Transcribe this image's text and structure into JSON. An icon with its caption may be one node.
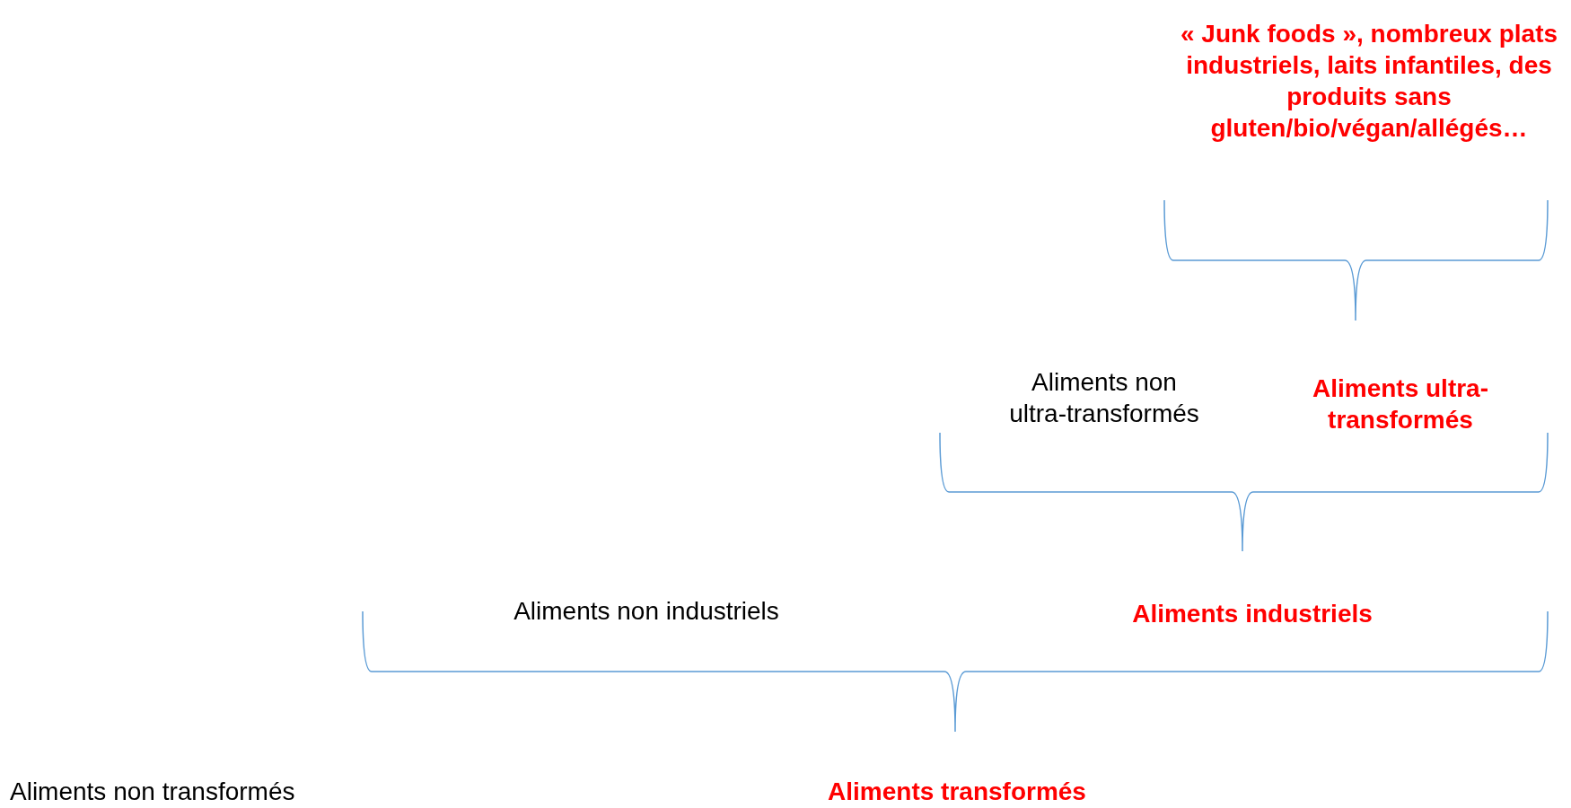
{
  "diagram": {
    "labels": [
      "« Junk foods », nombreux plats industriels, laits infantiles, des produits sans gluten/bio/végan/allégés…",
      "Aliments non ultra-transformés",
      "Aliments ultra-transformés",
      "Aliments non industriels",
      "Aliments industriels",
      "Aliments non transformés",
      "Aliments transformés"
    ]
  }
}
